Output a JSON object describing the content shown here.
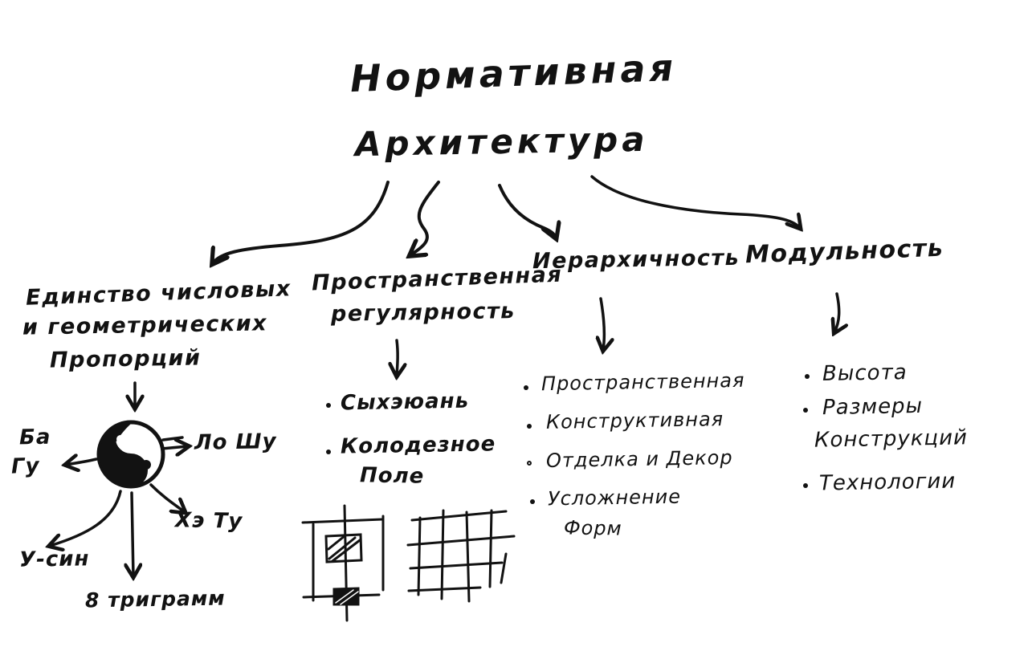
{
  "title": {
    "line1": "Нормативная",
    "line2": "Архитектура"
  },
  "branch1": {
    "heading_line1": "Единство числовых",
    "heading_line2": "и геометрических",
    "heading_line3": "Пропорций",
    "node_ba": "Ба",
    "node_gu": "Гу",
    "node_loshu": "Ло Шу",
    "node_hetu": "Хэ Ту",
    "node_usin": "У-син",
    "node_trigrams": "8 триграмм",
    "symbol": "yin-yang"
  },
  "branch2": {
    "heading_line1": "Пространственная",
    "heading_line2": "регулярность",
    "item1": "Сыхэюань",
    "item2_line1": "Колодезное",
    "item2_line2": "Поле",
    "sketch1": "courtyard-plan",
    "sketch2": "nine-square-grid"
  },
  "branch3": {
    "heading": "Иерархичность",
    "item1": "Пространственная",
    "item2": "Конструктивная",
    "item3": "Отделка и Декор",
    "item4_line1": "Усложнение",
    "item4_line2": "Форм"
  },
  "branch4": {
    "heading": "Модульность",
    "item1": "Высота",
    "item2_line1": "Размеры",
    "item2_line2": "Конструкций",
    "item3": "Технологии"
  },
  "colors": {
    "ink": "#121212",
    "background": "#ffffff"
  }
}
